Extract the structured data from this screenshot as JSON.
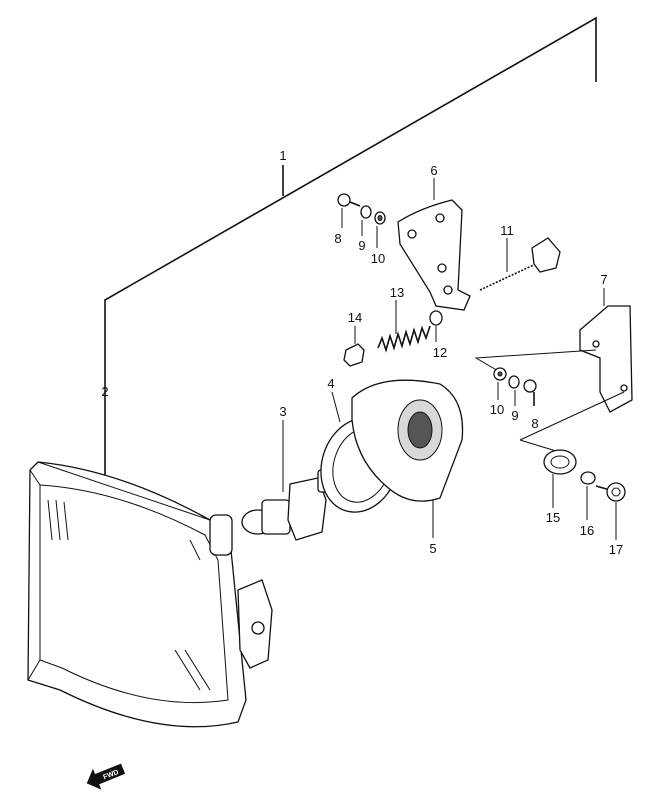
{
  "callouts": {
    "c1": "1",
    "c2": "2",
    "c3": "3",
    "c4": "4",
    "c5": "5",
    "c6": "6",
    "c7": "7",
    "c8a": "8",
    "c8b": "8",
    "c9a": "9",
    "c9b": "9",
    "c10a": "10",
    "c10b": "10",
    "c11": "11",
    "c12": "12",
    "c13": "13",
    "c14": "14",
    "c15": "15",
    "c16": "16",
    "c17": "17"
  },
  "fwd": {
    "text": "FWD"
  }
}
